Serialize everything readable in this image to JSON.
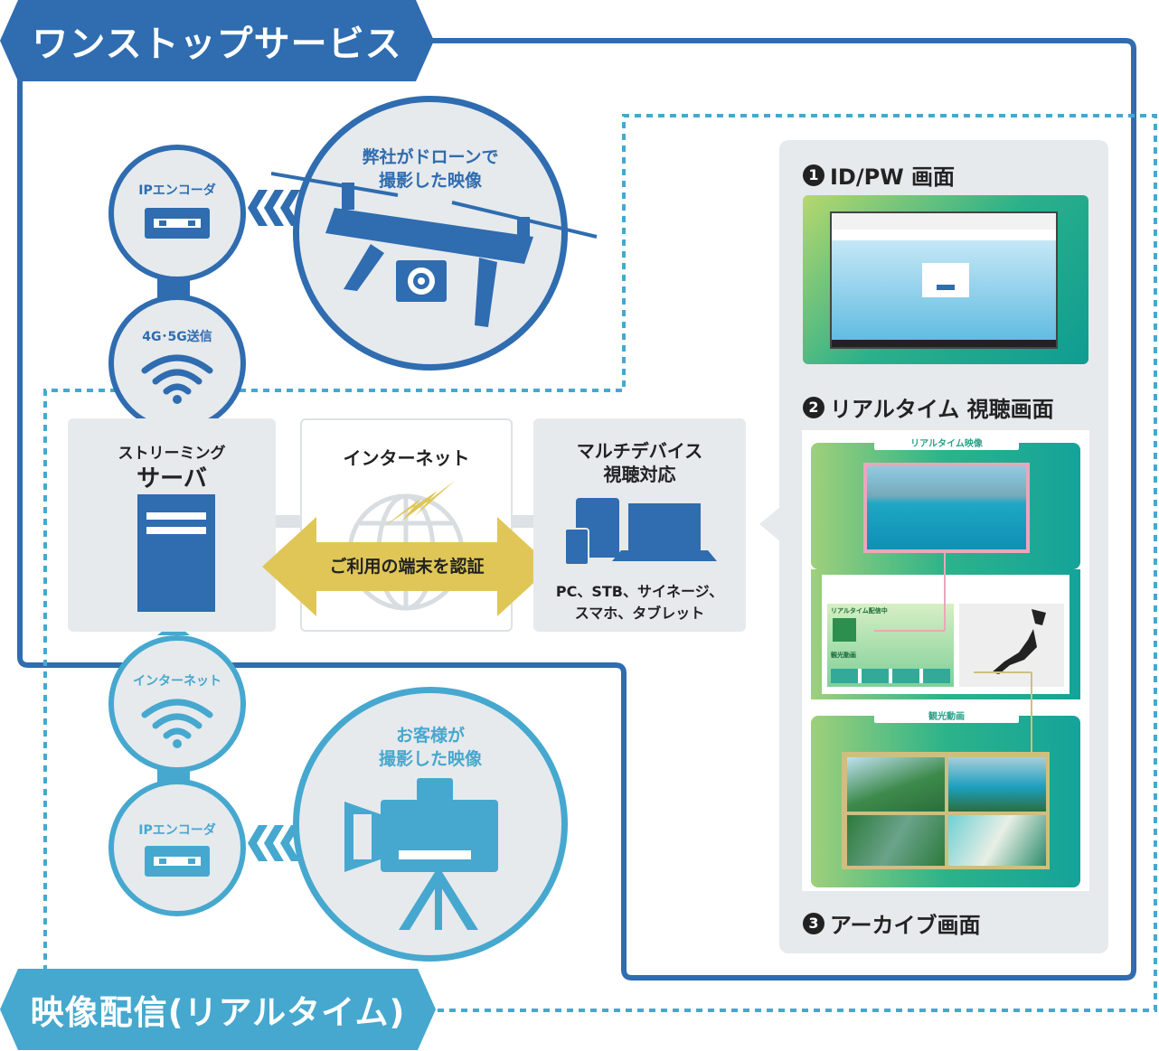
{
  "one_stop": {
    "title": "ワンストップサービス"
  },
  "realtime": {
    "title": "映像配信(リアルタイム)"
  },
  "encoder_top": {
    "label": "IPエンコーダ"
  },
  "drone": {
    "caption_line1": "弊社がドローンで",
    "caption_line2": "撮影した映像"
  },
  "wireless": {
    "label": "4G･5G送信"
  },
  "server": {
    "label_small": "ストリーミング",
    "label_big": "サーバ"
  },
  "internet_box": {
    "label": "インターネット"
  },
  "auth_arrow": {
    "label": "ご利用の端末を認証"
  },
  "multi_device": {
    "title_line1": "マルチデバイス",
    "title_line2": "視聴対応",
    "list_line1": "PC、STB、サイネージ、",
    "list_line2": "スマホ、タブレット"
  },
  "internet_circle": {
    "label": "インターネット"
  },
  "encoder_bottom": {
    "label": "IPエンコーダ"
  },
  "camera": {
    "caption_line1": "お客様が",
    "caption_line2": "撮影した映像"
  },
  "screens": {
    "s1": {
      "num": "1",
      "title": "ID/PW 画面"
    },
    "s2": {
      "num": "2",
      "title": "リアルタイム 視聴画面",
      "header": "リアルタイム映像",
      "status": "リアルタイム配信中",
      "section": "観光動画"
    },
    "s3": {
      "num": "3",
      "title": "アーカイブ画面",
      "header": "観光動画"
    }
  },
  "colors": {
    "dark_blue": "#2f6cb0",
    "light_blue": "#46a8cf",
    "gold": "#e0c656",
    "panel_gray": "#e6eaed"
  }
}
